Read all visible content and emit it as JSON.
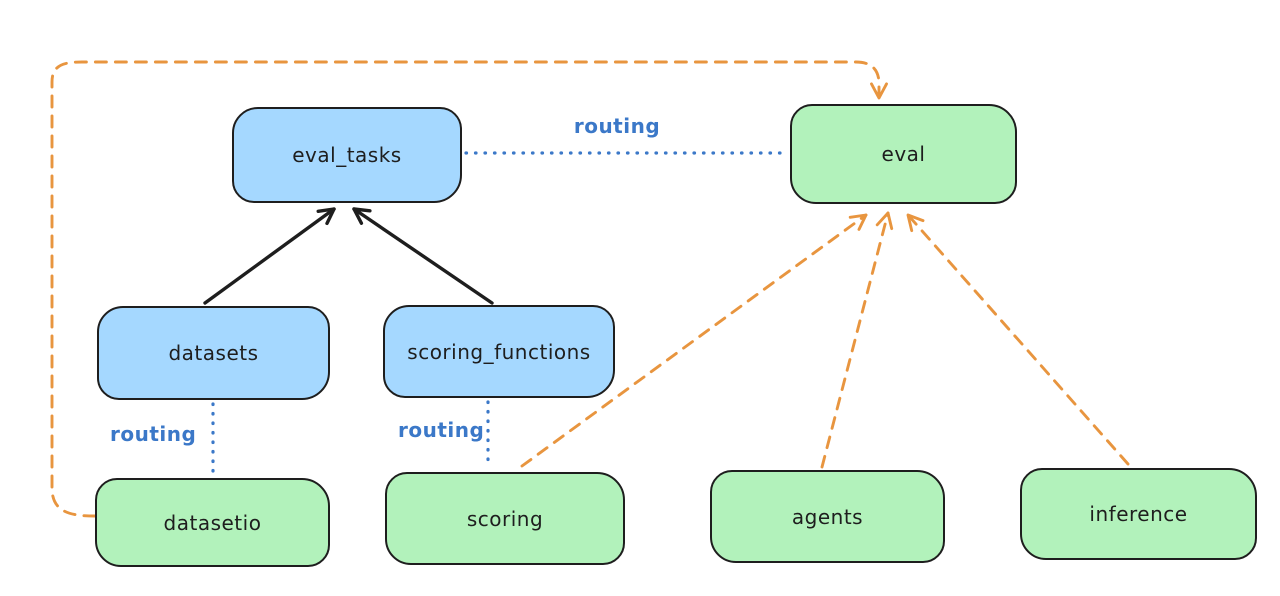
{
  "diagram": {
    "nodes": [
      {
        "id": "eval_tasks",
        "label": "eval_tasks",
        "color": "blue"
      },
      {
        "id": "eval",
        "label": "eval",
        "color": "green"
      },
      {
        "id": "datasets",
        "label": "datasets",
        "color": "blue"
      },
      {
        "id": "scoring_functions",
        "label": "scoring_functions",
        "color": "blue"
      },
      {
        "id": "datasetio",
        "label": "datasetio",
        "color": "green"
      },
      {
        "id": "scoring",
        "label": "scoring",
        "color": "green"
      },
      {
        "id": "agents",
        "label": "agents",
        "color": "green"
      },
      {
        "id": "inference",
        "label": "inference",
        "color": "green"
      }
    ],
    "edges": [
      {
        "from": "datasets",
        "to": "eval_tasks",
        "style": "solid",
        "arrow": true,
        "color": "black"
      },
      {
        "from": "scoring_functions",
        "to": "eval_tasks",
        "style": "solid",
        "arrow": true,
        "color": "black"
      },
      {
        "from": "eval_tasks",
        "to": "eval",
        "style": "dotted",
        "arrow": false,
        "color": "blue",
        "label": "routing"
      },
      {
        "from": "datasets",
        "to": "datasetio",
        "style": "dotted",
        "arrow": false,
        "color": "blue",
        "label": "routing"
      },
      {
        "from": "scoring_functions",
        "to": "scoring",
        "style": "dotted",
        "arrow": false,
        "color": "blue",
        "label": "routing"
      },
      {
        "from": "datasetio",
        "to": "eval",
        "style": "dashed",
        "arrow": true,
        "color": "orange"
      },
      {
        "from": "scoring",
        "to": "eval",
        "style": "dashed",
        "arrow": true,
        "color": "orange"
      },
      {
        "from": "agents",
        "to": "eval",
        "style": "dashed",
        "arrow": true,
        "color": "orange"
      },
      {
        "from": "inference",
        "to": "eval",
        "style": "dashed",
        "arrow": true,
        "color": "orange"
      }
    ]
  },
  "colors": {
    "bg": "#ffffff",
    "ink": "#1e1e1e",
    "blue": "#3b78c8",
    "orange": "#e8953f",
    "blue_fill": "#a5d8ff",
    "green_fill": "#b2f2bb"
  }
}
